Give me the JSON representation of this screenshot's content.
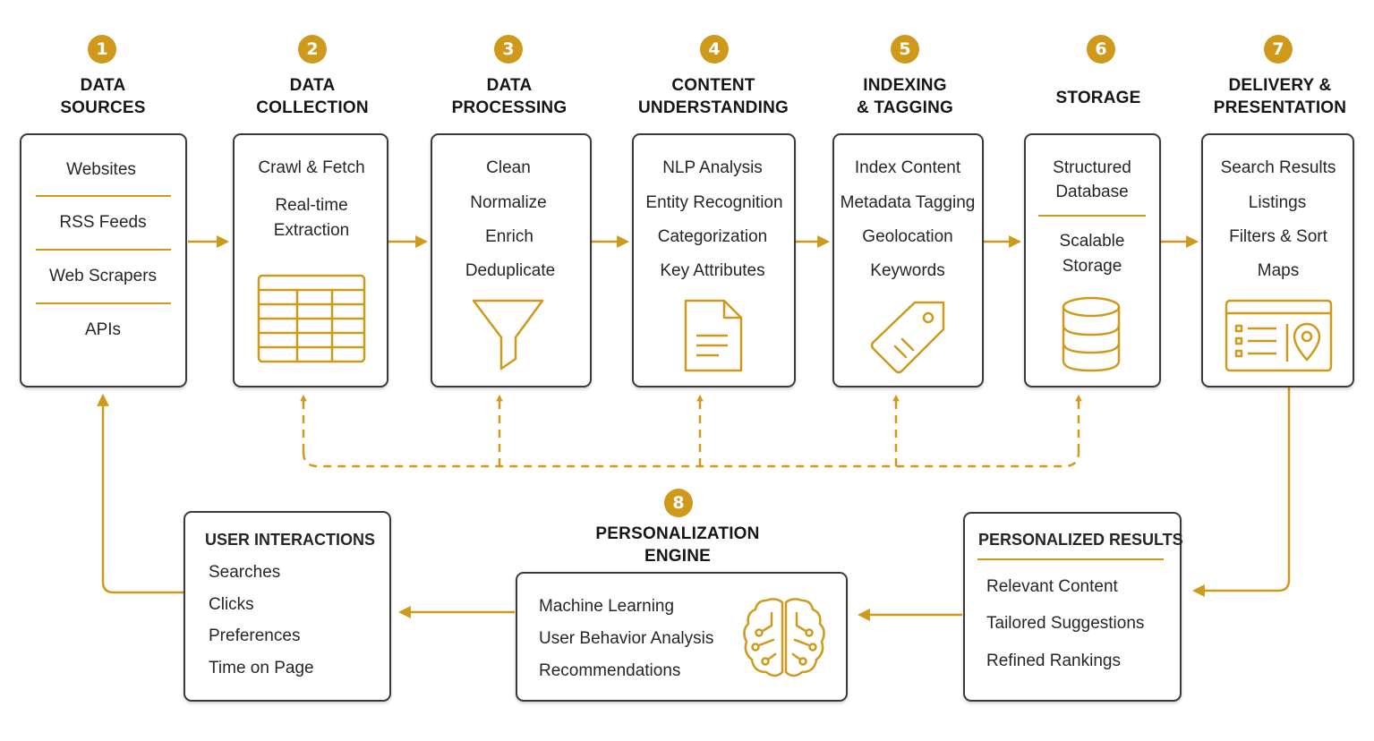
{
  "colors": {
    "accent": "#cf9a1c",
    "border": "#3a3a3a",
    "text": "#1c1c1c"
  },
  "stages": [
    {
      "number": "1",
      "title_line1": "DATA",
      "title_line2": "SOURCES",
      "items": [
        "Websites",
        "RSS Feeds",
        "Web Scrapers",
        "APIs"
      ]
    },
    {
      "number": "2",
      "title_line1": "DATA",
      "title_line2": "COLLECTION",
      "items": [
        "Crawl & Fetch",
        "Real-time",
        "Extraction"
      ],
      "icon": "table-icon"
    },
    {
      "number": "3",
      "title_line1": "DATA",
      "title_line2": "PROCESSING",
      "items": [
        "Clean",
        "Normalize",
        "Enrich",
        "Deduplicate"
      ],
      "icon": "funnel-icon"
    },
    {
      "number": "4",
      "title_line1": "CONTENT",
      "title_line2": "UNDERSTANDING",
      "items": [
        "NLP Analysis",
        "Entity Recognition",
        "Categorization",
        "Key Attributes"
      ],
      "icon": "document-icon"
    },
    {
      "number": "5",
      "title_line1": "INDEXING",
      "title_line2": "& TAGGING",
      "items": [
        "Index Content",
        "Metadata Tagging",
        "Geolocation",
        "Keywords"
      ],
      "icon": "tag-icon"
    },
    {
      "number": "6",
      "title_line1": "STORAGE",
      "items": [
        "Structured",
        "Database",
        "Scalable",
        "Storage"
      ],
      "icon": "database-icon"
    },
    {
      "number": "7",
      "title_line1": "DELIVERY &",
      "title_line2": "PRESENTATION",
      "items": [
        "Search Results",
        "Listings",
        "Filters & Sort",
        "Maps"
      ],
      "icon": "listing-map-icon"
    }
  ],
  "personalization": {
    "number": "8",
    "title_line1": "PERSONALIZATION",
    "title_line2": "ENGINE",
    "items": [
      "Machine Learning",
      "User Behavior Analysis",
      "Recommendations"
    ],
    "icon": "brain-icon"
  },
  "user_interactions": {
    "title": "USER INTERACTIONS",
    "items": [
      "Searches",
      "Clicks",
      "Preferences",
      "Time on Page"
    ]
  },
  "personalized_results": {
    "title": "PERSONALIZED RESULTS",
    "items": [
      "Relevant Content",
      "Tailored Suggestions",
      "Refined Rankings"
    ]
  }
}
